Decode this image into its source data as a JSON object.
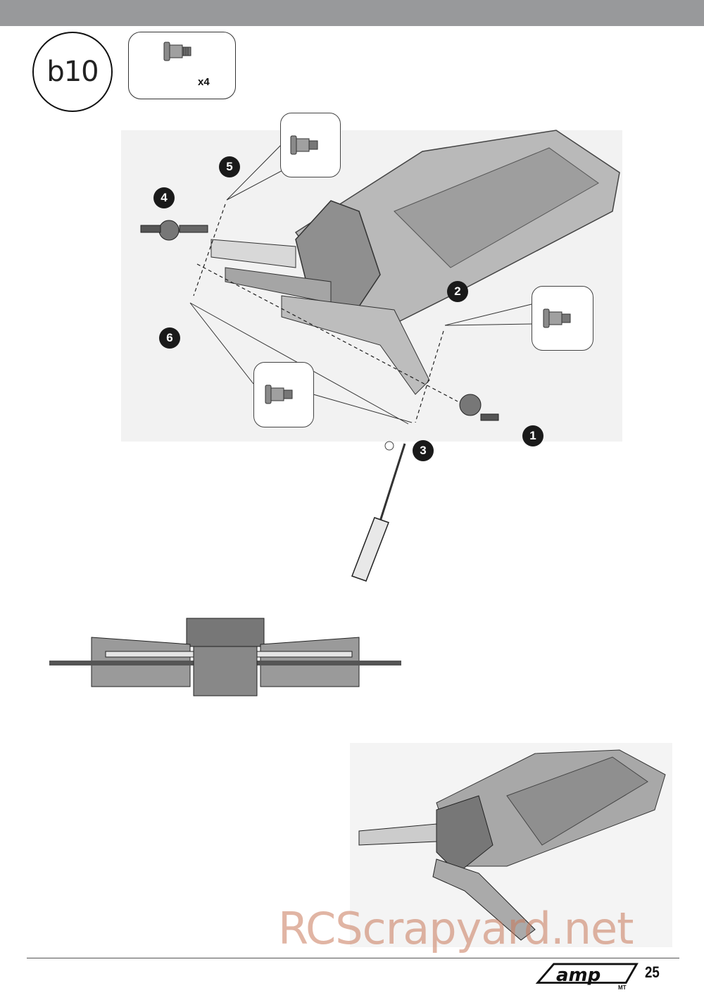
{
  "header": {
    "bar_color": "#98999b"
  },
  "step": {
    "label": "b10"
  },
  "parts": {
    "quantity": "x4",
    "icon": "shoulder-screw-icon"
  },
  "callouts": [
    "1",
    "2",
    "3",
    "4",
    "5",
    "6"
  ],
  "footer": {
    "logo_text": "amp",
    "logo_sub": "MT",
    "page_number": "25"
  },
  "watermark": "RCScrapyard.net"
}
